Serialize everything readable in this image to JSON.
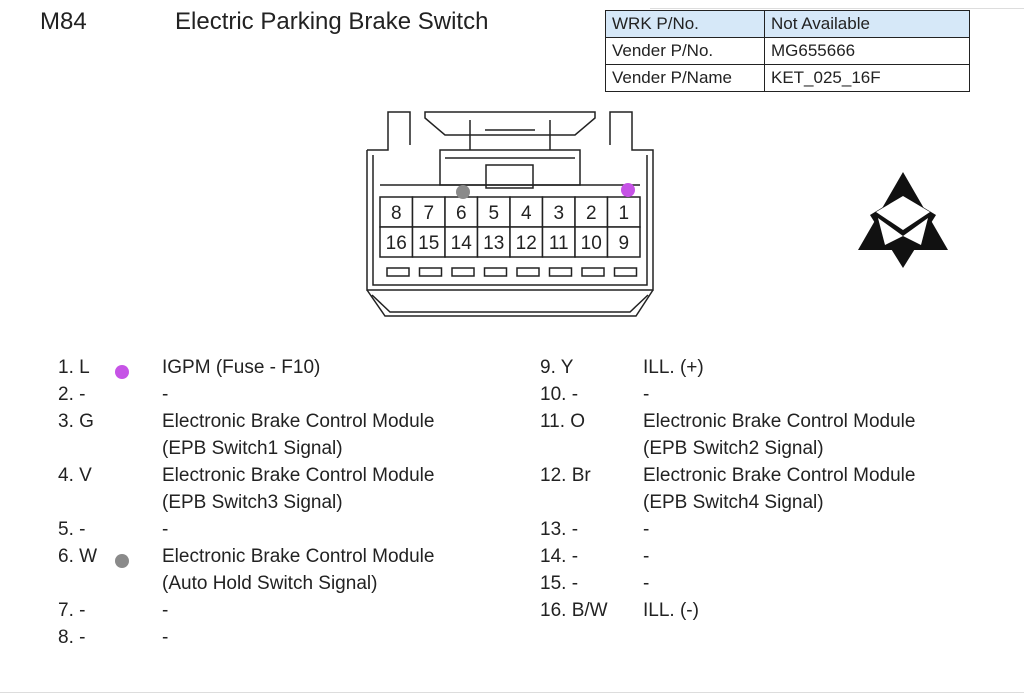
{
  "header": {
    "code": "M84",
    "title": "Electric Parking Brake Switch"
  },
  "info_table": [
    {
      "key": "WRK P/No.",
      "value": "Not Available"
    },
    {
      "key": "Vender P/No.",
      "value": "MG655666"
    },
    {
      "key": "Vender P/Name",
      "value": "KET_025_16F"
    }
  ],
  "connector": {
    "top_row": [
      "8",
      "7",
      "6",
      "5",
      "4",
      "3",
      "2",
      "1"
    ],
    "bottom_row": [
      "16",
      "15",
      "14",
      "13",
      "12",
      "11",
      "10",
      "9"
    ]
  },
  "colors": {
    "purple": "#c653e6",
    "gray": "#8a8a8a",
    "highlight": "#d6e8f8"
  },
  "pins_left": [
    {
      "label": "1. L",
      "desc": [
        "IGPM (Fuse - F10)"
      ],
      "dot": "purple"
    },
    {
      "label": "2. -",
      "desc": [
        "-"
      ]
    },
    {
      "label": "3. G",
      "desc": [
        "Electronic Brake Control Module",
        "(EPB Switch1 Signal)"
      ]
    },
    {
      "label": "4. V",
      "desc": [
        "Electronic Brake Control Module",
        "(EPB Switch3 Signal)"
      ]
    },
    {
      "label": "5. -",
      "desc": [
        "-"
      ]
    },
    {
      "label": "6. W",
      "desc": [
        "Electronic Brake Control Module",
        "(Auto Hold Switch Signal)"
      ],
      "dot": "gray"
    },
    {
      "label": "7. -",
      "desc": [
        "-"
      ]
    },
    {
      "label": "8. -",
      "desc": [
        "-"
      ]
    }
  ],
  "pins_right": [
    {
      "label": "9. Y",
      "desc": [
        "ILL. (+)"
      ]
    },
    {
      "label": "10. -",
      "desc": [
        "-"
      ]
    },
    {
      "label": "11. O",
      "desc": [
        "Electronic Brake Control Module",
        "(EPB Switch2 Signal)"
      ]
    },
    {
      "label": "12. Br",
      "desc": [
        "Electronic Brake Control Module",
        "(EPB Switch4 Signal)"
      ]
    },
    {
      "label": "13. -",
      "desc": [
        "-"
      ]
    },
    {
      "label": "14. -",
      "desc": [
        "-"
      ]
    },
    {
      "label": "15. -",
      "desc": [
        "-"
      ]
    },
    {
      "label": "16. B/W",
      "desc": [
        "ILL. (-)"
      ]
    }
  ]
}
